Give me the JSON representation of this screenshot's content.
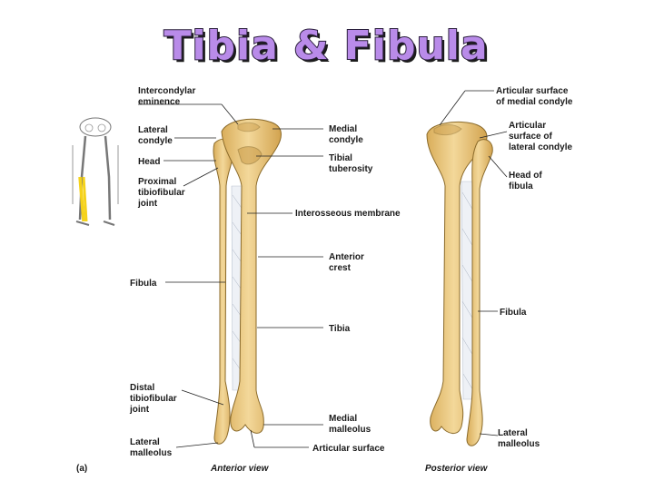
{
  "title": "Tibia & Fibula",
  "anterior_labels": {
    "intercondylar_1": "Intercondylar",
    "intercondylar_2": "eminence",
    "lateral_condyle_1": "Lateral",
    "lateral_condyle_2": "condyle",
    "head": "Head",
    "proximal_1": "Proximal",
    "proximal_2": "tibiofibular",
    "proximal_3": "joint",
    "fibula": "Fibula",
    "distal_1": "Distal",
    "distal_2": "tibiofibular",
    "distal_3": "joint",
    "lateral_malleolus_1": "Lateral",
    "lateral_malleolus_2": "malleolus",
    "medial_condyle_1": "Medial",
    "medial_condyle_2": "condyle",
    "tibial_tuberosity_1": "Tibial",
    "tibial_tuberosity_2": "tuberosity",
    "interosseous": "Interosseous membrane",
    "anterior_crest_1": "Anterior",
    "anterior_crest_2": "crest",
    "tibia": "Tibia",
    "medial_malleolus_1": "Medial",
    "medial_malleolus_2": "malleolus",
    "articular_surface": "Articular surface"
  },
  "posterior_labels": {
    "artic_medial_1": "Articular surface",
    "artic_medial_2": "of medial condyle",
    "artic_lateral_1": "Articular",
    "artic_lateral_2": "surface of",
    "artic_lateral_3": "lateral condyle",
    "head_fibula_1": "Head of",
    "head_fibula_2": "fibula",
    "fibula": "Fibula",
    "lateral_malleolus_1": "Lateral",
    "lateral_malleolus_2": "malleolus"
  },
  "captions": {
    "figure_letter": "(a)",
    "anterior_view": "Anterior view",
    "posterior_view": "Posterior view"
  },
  "colors": {
    "title_fill": "#b98be9",
    "bone_light": "#f3d89a",
    "bone_mid": "#e3bb6a",
    "bone_dark": "#c99a47",
    "highlight": "#f5d21a"
  }
}
